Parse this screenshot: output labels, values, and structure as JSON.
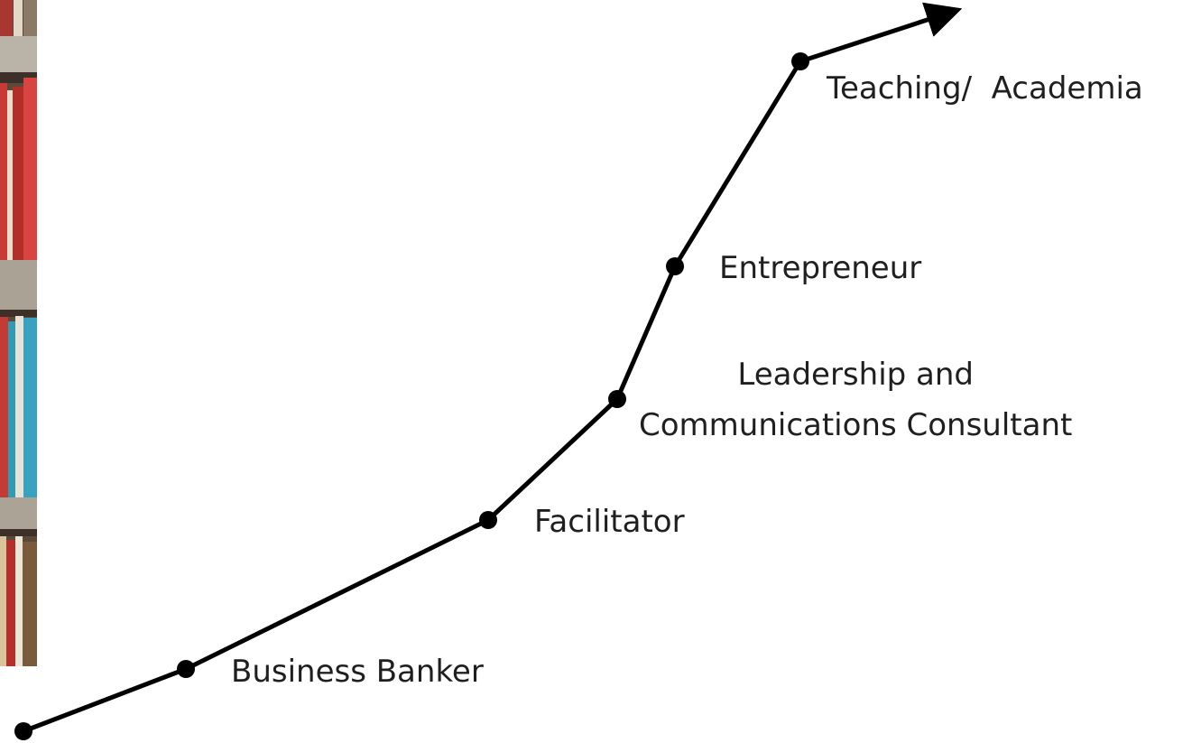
{
  "diagram": {
    "type": "career-path",
    "line_color": "#000000",
    "stages": [
      {
        "id": "business-banker",
        "lines": [
          "Business Banker"
        ]
      },
      {
        "id": "facilitator",
        "lines": [
          "Facilitator"
        ]
      },
      {
        "id": "leadership-consultant",
        "lines": [
          "Leadership and",
          "Communications Consultant"
        ]
      },
      {
        "id": "entrepreneur",
        "lines": [
          "Entrepreneur"
        ]
      },
      {
        "id": "teaching-academia",
        "lines": [
          "Teaching/  Academia"
        ]
      }
    ]
  },
  "decoration": {
    "image": "library-bookshelf-photo"
  }
}
